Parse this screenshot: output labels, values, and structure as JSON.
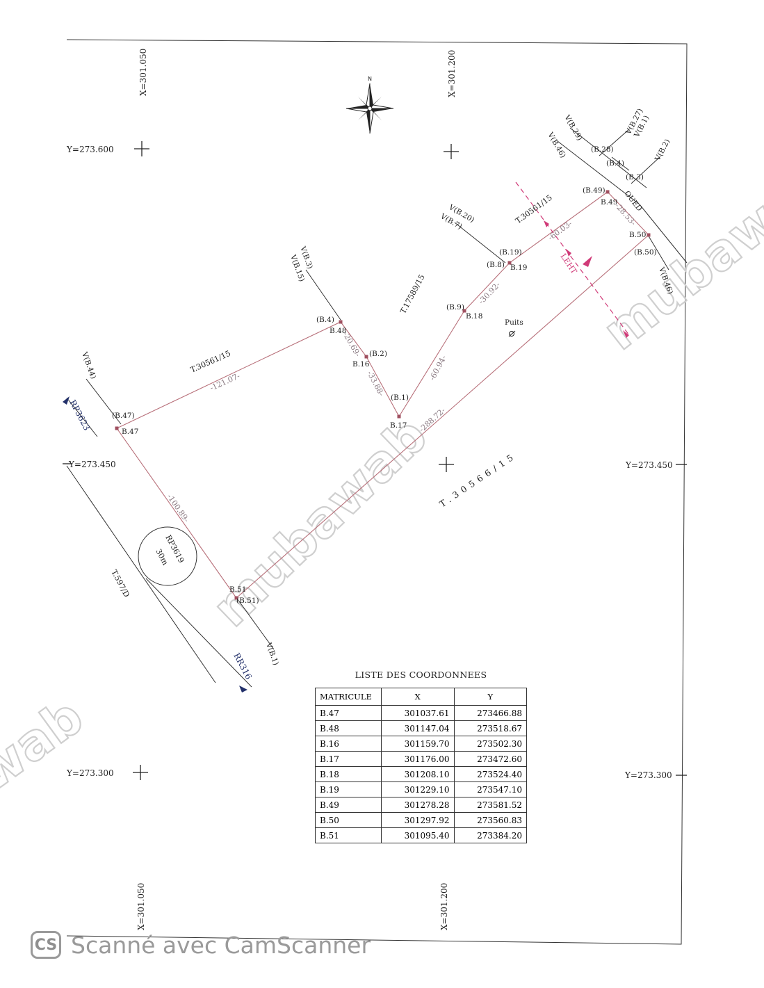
{
  "grid": {
    "x_left": "X=301.050",
    "x_center": "X=301.200",
    "y_top": "Y=273.600",
    "y_mid_left": "Y=273.450",
    "y_mid_right": "Y=273.450",
    "y_bottom_left": "Y=273.300",
    "y_bottom_right": "Y=273.300",
    "x_left_bottom": "X=301.050",
    "x_center_bottom": "X=301.200"
  },
  "compass": {
    "north_label": "N"
  },
  "parcel_labels": {
    "t30561_left": "T.30561/15",
    "t30561_top": "T.30561/15",
    "t17589": "T.17589/15",
    "t30566": "T.30566/15",
    "t597": "T.597/D",
    "oued": "OUED",
    "puits": "Puits",
    "leht": "LEHT"
  },
  "road_labels": {
    "rp3623": "RP3623",
    "rr316": "RR316",
    "rp3619": "RP3619",
    "rp3619_width": "30m"
  },
  "points": [
    {
      "id": "B.47",
      "old": "(B.47)"
    },
    {
      "id": "B.48",
      "old": "(B.4)"
    },
    {
      "id": "B.16",
      "old": "(B.2)"
    },
    {
      "id": "B.17",
      "old": "(B.1)"
    },
    {
      "id": "B.18",
      "old": "(B.9)"
    },
    {
      "id": "B.19",
      "old": "(B.19)"
    },
    {
      "id": "B.49",
      "old": "(B.49)"
    },
    {
      "id": "B.50",
      "old": "(B.50)"
    },
    {
      "id": "B.51",
      "old": "(B.51)"
    }
  ],
  "extra_marks": {
    "b8": "(B.8)",
    "b28": "(B.28)",
    "b4b": "(B.4)",
    "b3": "(B.3)",
    "v_b44": "V(B.44)",
    "v_b15": "V(B.15)",
    "v_b3": "V(B.3)",
    "v_b20": "V(B.20)",
    "v_b7": "V(B.7)",
    "v_b29": "V(B.29)",
    "v_b46a": "V(B.46)",
    "v_b27": "V(B.27)",
    "v_b1a": "V(B.1)",
    "v_b2": "V(B.2)",
    "v_b46b": "V(B.46)",
    "v_b1b": "V(B.1)"
  },
  "distances": {
    "d_47_48": "-121.07-",
    "d_48_16": "-20.69-",
    "d_16_17": "-33.88-",
    "d_17_18": "-60.94-",
    "d_18_19": "-30.92-",
    "d_19_49": "-60.03-",
    "d_49_50": "-28.53-",
    "d_50_51": "-288.72-",
    "d_51_47": "-100.89-"
  },
  "watermarks": {
    "main": "mubawab",
    "right": "mubaw",
    "left": "wab"
  },
  "table": {
    "title": "LISTE DES COORDONNEES",
    "headers": [
      "MATRICULE",
      "X",
      "Y"
    ],
    "rows": [
      [
        "B.47",
        "301037.61",
        "273466.88"
      ],
      [
        "B.48",
        "301147.04",
        "273518.67"
      ],
      [
        "B.16",
        "301159.70",
        "273502.30"
      ],
      [
        "B.17",
        "301176.00",
        "273472.60"
      ],
      [
        "B.18",
        "301208.10",
        "273524.40"
      ],
      [
        "B.19",
        "301229.10",
        "273547.10"
      ],
      [
        "B.49",
        "301278.28",
        "273581.52"
      ],
      [
        "B.50",
        "301297.92",
        "273560.83"
      ],
      [
        "B.51",
        "301095.40",
        "273384.20"
      ]
    ]
  },
  "footer": {
    "logo": "CS",
    "text": "Scanné avec CamScanner"
  },
  "colors": {
    "parcel_line": "#b8707a",
    "pink_mark": "#d03a78",
    "road_label": "#22306a"
  }
}
